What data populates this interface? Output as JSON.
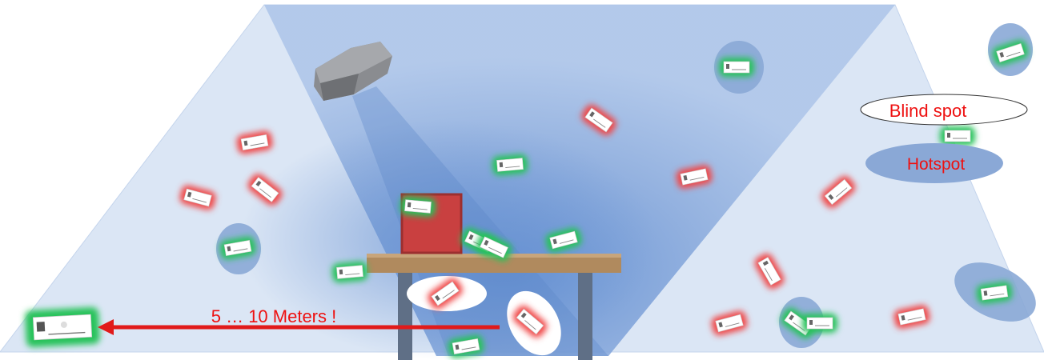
{
  "legend": {
    "blind_spot": "Blind spot",
    "hotspot": "Hotspot"
  },
  "distance_label": "5 … 10 Meters !",
  "colors": {
    "room": "#dbe6f5",
    "room_edge": "#c4d4ec",
    "cone": "#8fb0de",
    "hotspot": "#8aa8d6",
    "blind_spot": "#ffffff",
    "tag_read": "#27c25a",
    "tag_unread": "#f04646",
    "arrow": "#e11a1a",
    "box": "#c94040",
    "table_top": "#b08a5e",
    "table_leg": "#5f6f86",
    "reader": "#8a8c90"
  },
  "tags": [
    {
      "status": "unread",
      "zone": "room"
    },
    {
      "status": "unread",
      "zone": "room"
    },
    {
      "status": "unread",
      "zone": "room"
    },
    {
      "status": "read",
      "zone": "hotspot"
    },
    {
      "status": "read",
      "zone": "room"
    },
    {
      "status": "read",
      "zone": "room"
    },
    {
      "status": "read",
      "zone": "room"
    },
    {
      "status": "read",
      "zone": "room"
    },
    {
      "status": "unread",
      "zone": "room"
    },
    {
      "status": "read",
      "zone": "room"
    },
    {
      "status": "read",
      "zone": "room"
    },
    {
      "status": "read",
      "zone": "room"
    },
    {
      "status": "unread",
      "zone": "blind-spot"
    },
    {
      "status": "unread",
      "zone": "blind-spot"
    },
    {
      "status": "read",
      "zone": "room"
    },
    {
      "status": "read",
      "zone": "hotspot"
    },
    {
      "status": "read",
      "zone": "hotspot"
    },
    {
      "status": "unread",
      "zone": "room"
    },
    {
      "status": "unread",
      "zone": "room"
    },
    {
      "status": "unread",
      "zone": "room"
    },
    {
      "status": "read",
      "zone": "hotspot"
    },
    {
      "status": "unread",
      "zone": "room"
    },
    {
      "status": "read",
      "zone": "hotspot"
    },
    {
      "status": "unread",
      "zone": "room"
    },
    {
      "status": "read",
      "zone": "room"
    }
  ]
}
